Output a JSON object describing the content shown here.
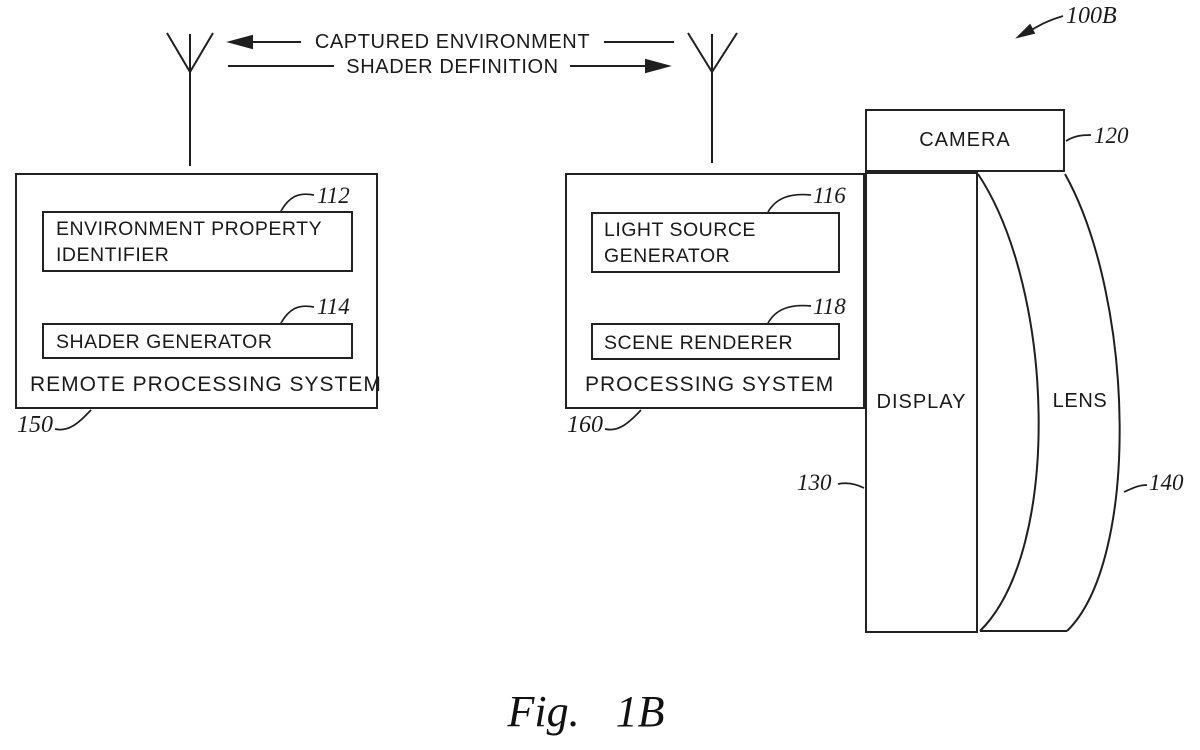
{
  "style": {
    "ink": "#1f1f1f",
    "background": "#ffffff"
  },
  "figure_ref": {
    "label": "100B"
  },
  "caption": {
    "fig": "Fig.",
    "number": "1B"
  },
  "links": {
    "captured_environment": {
      "label": "CAPTURED ENVIRONMENT"
    },
    "shader_definition": {
      "label": "SHADER DEFINITION"
    }
  },
  "remote_system": {
    "label": "REMOTE PROCESSING SYSTEM",
    "ref": "150",
    "components": [
      {
        "label": "ENVIRONMENT PROPERTY IDENTIFIER",
        "ref": "112"
      },
      {
        "label": "SHADER GENERATOR",
        "ref": "114"
      }
    ]
  },
  "processing_system": {
    "label": "PROCESSING SYSTEM",
    "ref": "160",
    "components": [
      {
        "label": "LIGHT SOURCE GENERATOR",
        "ref": "116"
      },
      {
        "label": "SCENE RENDERER",
        "ref": "118"
      }
    ]
  },
  "headset": {
    "camera": {
      "label": "CAMERA",
      "ref": "120"
    },
    "display": {
      "label": "DISPLAY",
      "ref": "130"
    },
    "lens": {
      "label": "LENS",
      "ref": "140"
    }
  }
}
